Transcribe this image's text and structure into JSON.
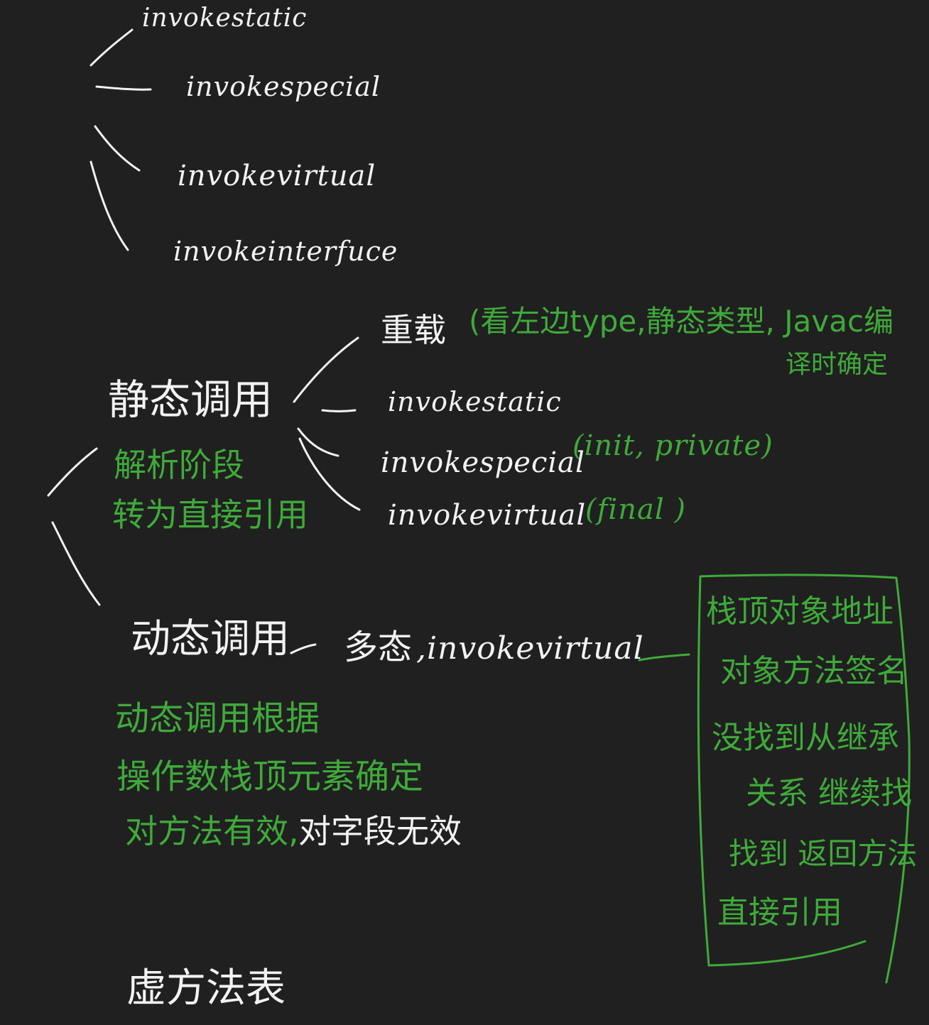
{
  "colors": {
    "background": "#202020",
    "white_ink": "#f2f2f2",
    "green_ink": "#3faa3a"
  },
  "top_tree": {
    "items": [
      "invokestatic",
      "invokespecial",
      "invokevirtual",
      "invokeinterfuce"
    ]
  },
  "static_call": {
    "title": "静态调用",
    "note_line1": "解析阶段",
    "note_line2": "转为直接引用",
    "overload": {
      "label": "重载",
      "note_line1": "(看左边type,静态类型, Javac编",
      "note_line2": "译时确定"
    },
    "branches": {
      "invokestatic": "invokestatic",
      "invokespecial": "invokespecial",
      "invokespecial_note": "(init, private)",
      "invokevirtual": "invokevirtual",
      "invokevirtual_note": "(final )"
    }
  },
  "dynamic_call": {
    "title": "动态调用",
    "dash": "—",
    "polymorphism": "多态",
    "instruction": ",invokevirtual",
    "basis_line1": "动态调用根据",
    "basis_line2": "操作数栈顶元素确定",
    "basis_line3_a": "对方法有效,",
    "basis_line3_b": "对字段无效"
  },
  "lookup_box": {
    "lines": [
      "栈顶对象地址",
      "对象方法签名",
      "没找到从继承",
      "关系 继续找",
      "找到 返回方法",
      "直接引用"
    ]
  },
  "footer": {
    "label": "虚方法表"
  }
}
